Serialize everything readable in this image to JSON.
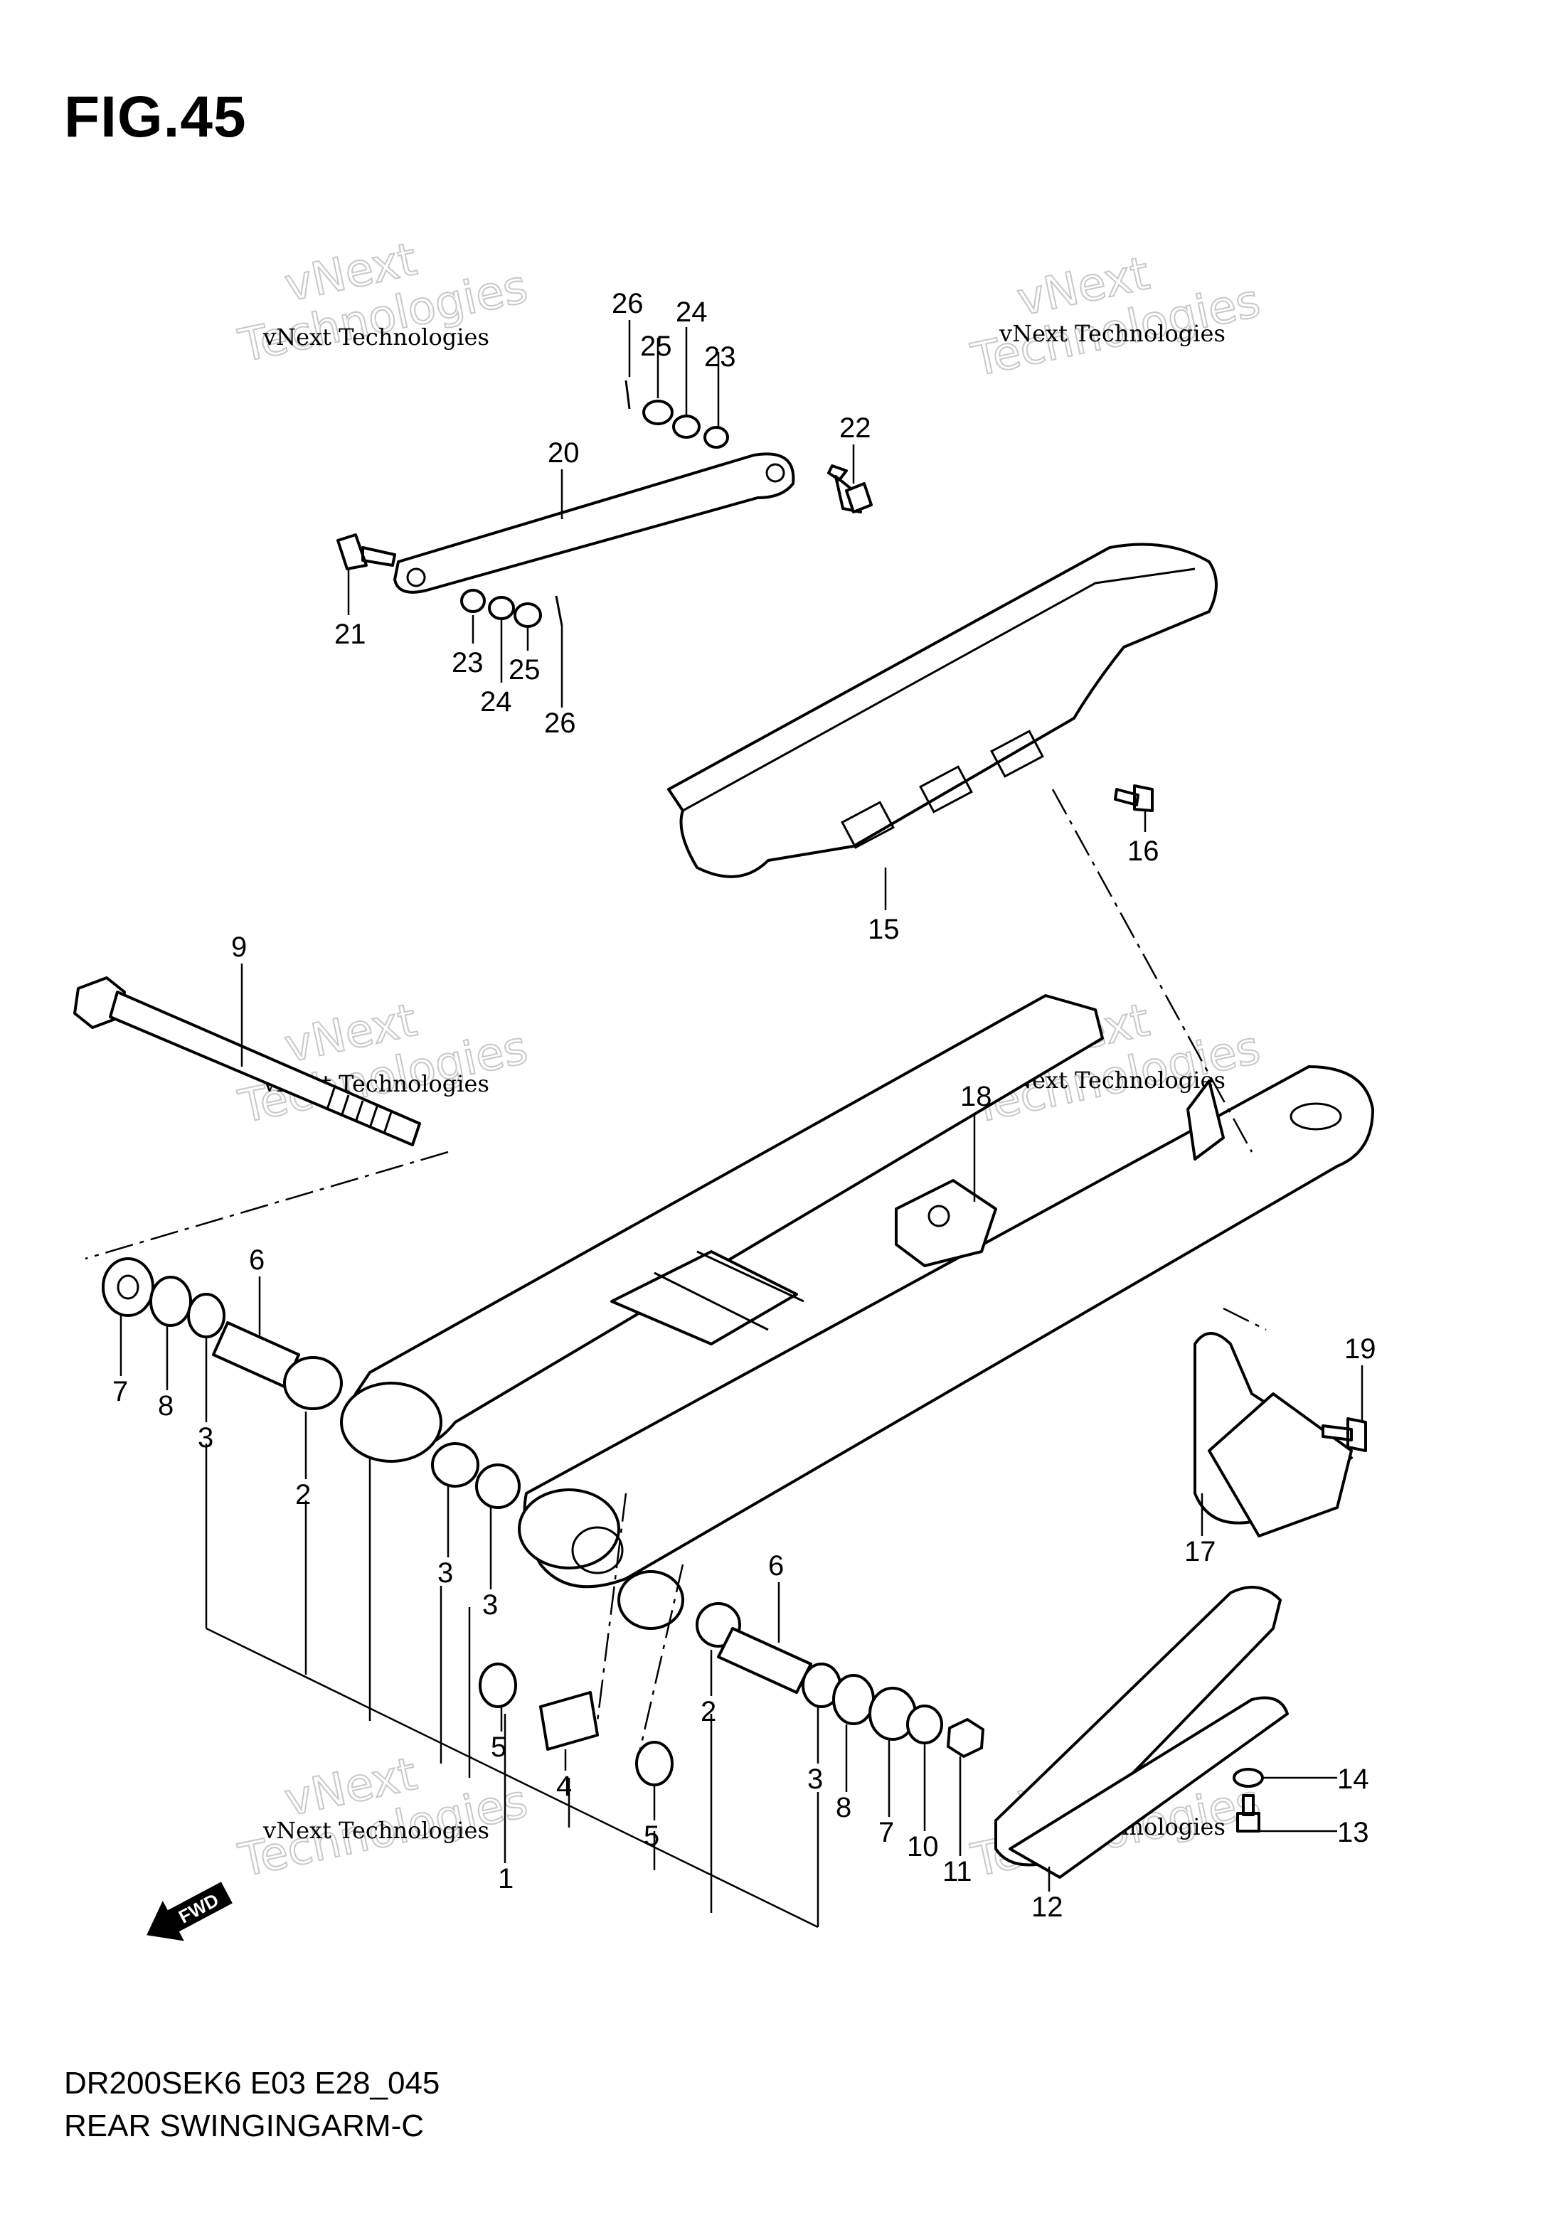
{
  "figure": {
    "title": "FIG.45",
    "model_code": "DR200SEK6 E03 E28_045",
    "name": "REAR SWINGINGARM-C",
    "fwd_label": "FWD"
  },
  "watermark": {
    "line1": "vNext Technologies",
    "line2": "Technologies",
    "line3": "vNext"
  },
  "callouts": [
    "26",
    "25",
    "24",
    "23",
    "22",
    "20",
    "21",
    "23",
    "24",
    "25",
    "26",
    "16",
    "15",
    "9",
    "18",
    "6",
    "7",
    "8",
    "3",
    "2",
    "19",
    "17",
    "3",
    "3",
    "6",
    "5",
    "4",
    "2",
    "3",
    "8",
    "7",
    "10",
    "11",
    "14",
    "13",
    "12",
    "5",
    "1"
  ]
}
